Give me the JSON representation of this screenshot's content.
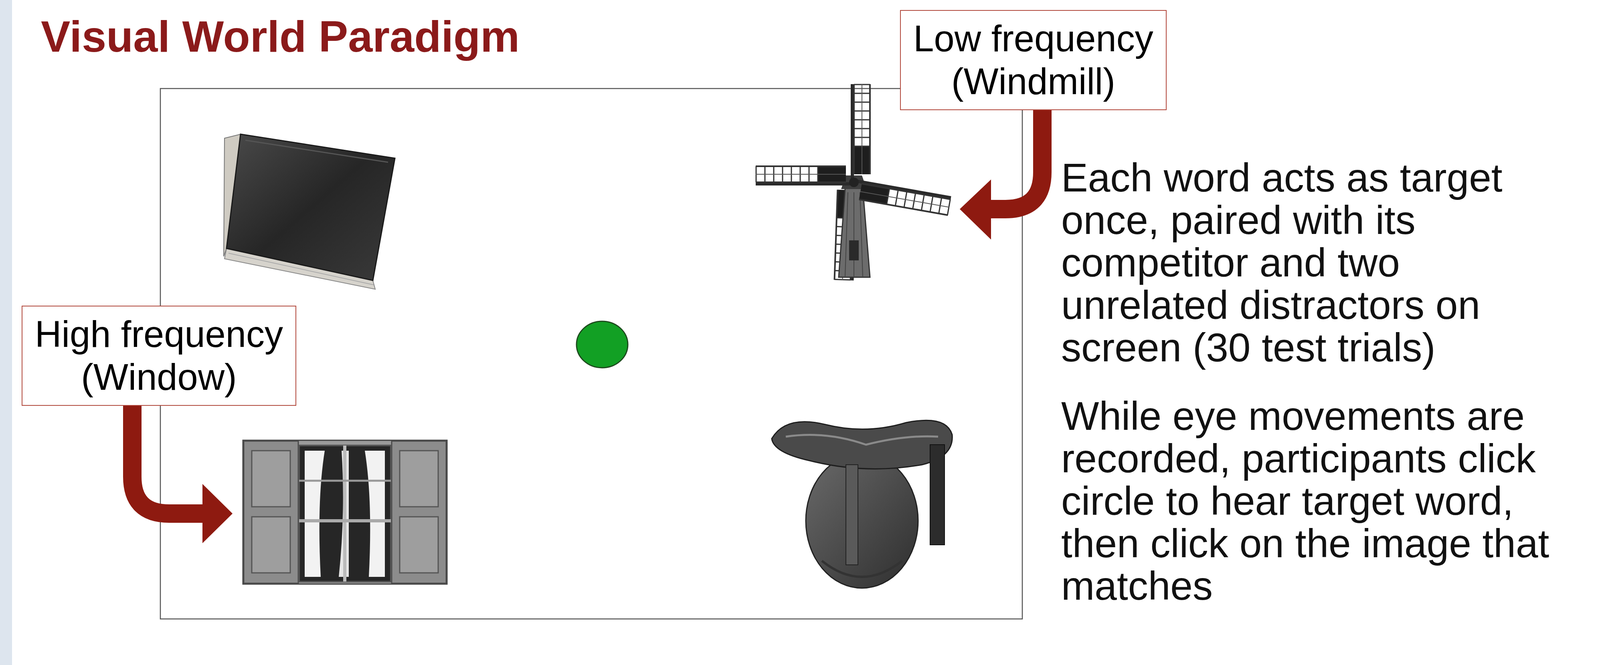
{
  "diagram": {
    "title": "Visual World Paradigm",
    "nodes": [
      {
        "text": [
          "Low frequency (Windmill)"
        ]
      },
      {
        "text": [
          "High frequency (Window)"
        ]
      }
    ],
    "labels": [
      "Each word acts as target once, paired with its competitor and two unrelated distractors on screen (30 test trials)",
      "While eye movements are recorded, participants click circle to hear target word, then click on the image that matches"
    ]
  }
}
